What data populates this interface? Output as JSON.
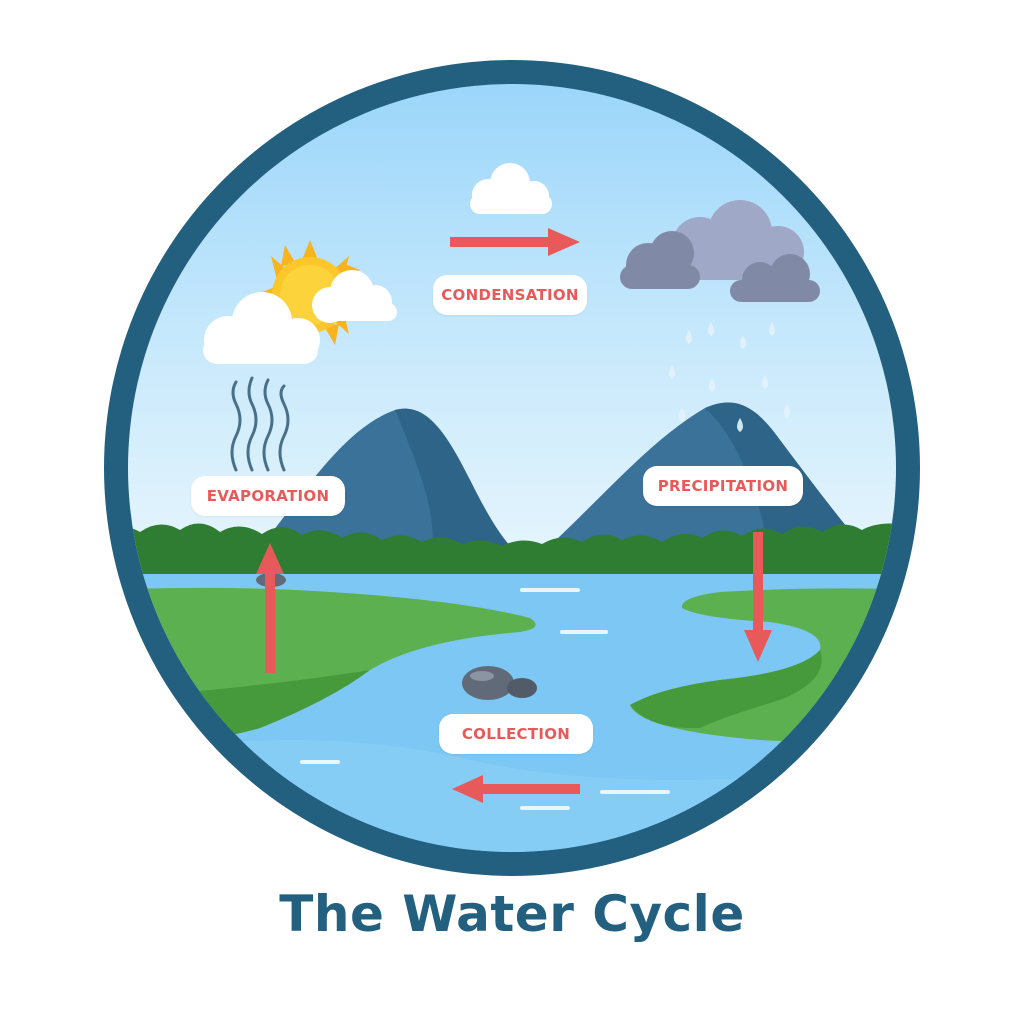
{
  "title": "The Water Cycle",
  "stages": {
    "condensation": "CONDENSATION",
    "evaporation": "EVAPORATION",
    "precipitation": "PRECIPITATION",
    "collection": "COLLECTION"
  },
  "colors": {
    "frame": "#23607f",
    "sky_top": "#a9dcfb",
    "sky_bottom": "#e6f5fd",
    "mountain": "#3c7396",
    "forest": "#2e7d32",
    "grass": "#5cb04f",
    "river": "#7cc7f3",
    "arrow": "#e85a5a",
    "label_text": "#e85a5a",
    "title_text": "#23607f"
  },
  "icons": [
    "sun-icon",
    "cloud-icon",
    "rain-cloud-icon",
    "raindrop-icon",
    "steam-icon",
    "rock-icon",
    "arrow-icon"
  ]
}
